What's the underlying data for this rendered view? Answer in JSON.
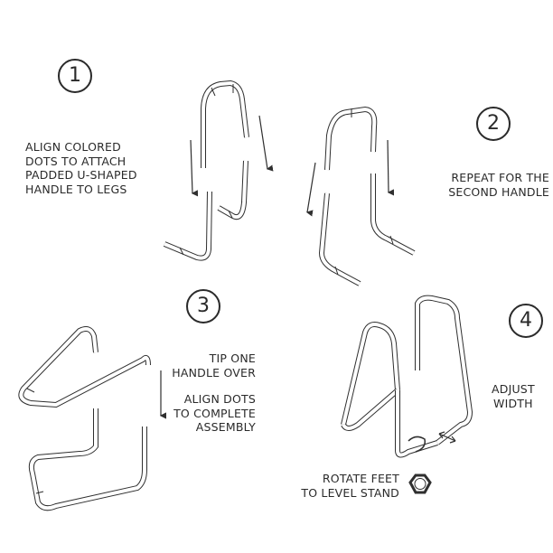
{
  "steps": [
    {
      "number": "1",
      "text": [
        "ALIGN COLORED",
        "DOTS TO ATTACH",
        "PADDED U-SHAPED",
        "HANDLE TO LEGS"
      ]
    },
    {
      "number": "2",
      "text": [
        "REPEAT FOR THE",
        "SECOND HANDLE"
      ]
    },
    {
      "number": "3",
      "text_a": [
        "TIP ONE",
        "HANDLE OVER"
      ],
      "text_b": [
        "ALIGN DOTS",
        "TO COMPLETE",
        "ASSEMBLY"
      ]
    },
    {
      "number": "4",
      "text_a": [
        "ADJUST",
        "WIDTH"
      ],
      "text_b": [
        "ROTATE FEET",
        "TO LEVEL STAND"
      ]
    }
  ],
  "icons": [
    "down-arrow-icon",
    "hex-foot-icon",
    "rotate-arrow-icon",
    "double-arrow-icon"
  ]
}
